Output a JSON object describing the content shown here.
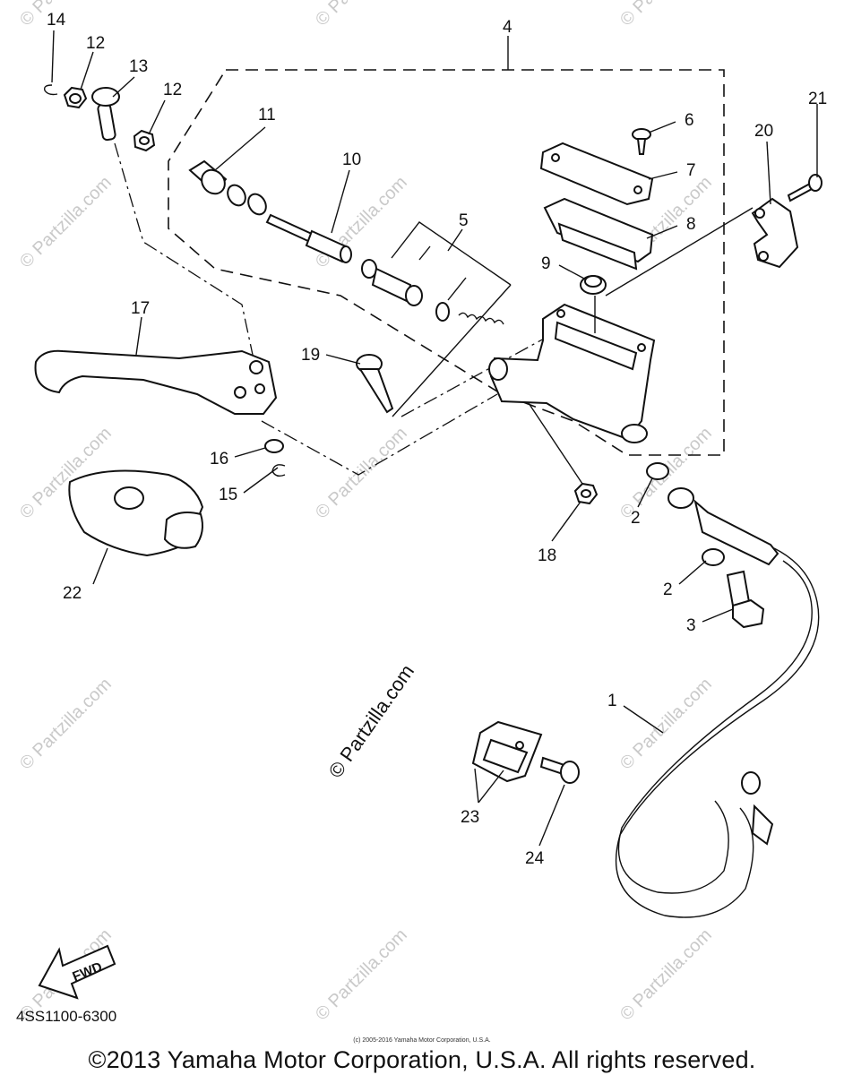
{
  "callouts": [
    {
      "id": "14",
      "text": "14"
    },
    {
      "id": "12a",
      "text": "12"
    },
    {
      "id": "13",
      "text": "13"
    },
    {
      "id": "12b",
      "text": "12"
    },
    {
      "id": "11",
      "text": "11"
    },
    {
      "id": "10",
      "text": "10"
    },
    {
      "id": "4",
      "text": "4"
    },
    {
      "id": "5",
      "text": "5"
    },
    {
      "id": "6",
      "text": "6"
    },
    {
      "id": "7",
      "text": "7"
    },
    {
      "id": "8",
      "text": "8"
    },
    {
      "id": "9",
      "text": "9"
    },
    {
      "id": "20",
      "text": "20"
    },
    {
      "id": "21",
      "text": "21"
    },
    {
      "id": "17",
      "text": "17"
    },
    {
      "id": "19",
      "text": "19"
    },
    {
      "id": "16",
      "text": "16"
    },
    {
      "id": "15",
      "text": "15"
    },
    {
      "id": "22",
      "text": "22"
    },
    {
      "id": "18",
      "text": "18"
    },
    {
      "id": "2a",
      "text": "2"
    },
    {
      "id": "2b",
      "text": "2"
    },
    {
      "id": "3",
      "text": "3"
    },
    {
      "id": "1",
      "text": "1"
    },
    {
      "id": "23",
      "text": "23"
    },
    {
      "id": "24",
      "text": "24"
    }
  ],
  "watermark": {
    "main": "© Partzilla.com",
    "repeat": "© Partzilla.com"
  },
  "fwd_label": "FWD",
  "diagram_code": "4SS1100-6300",
  "small_credit": "(c) 2005-2016 Yamaha Motor Corporation, U.S.A.",
  "copyright": "©2013 Yamaha Motor Corporation, U.S.A. All rights reserved."
}
